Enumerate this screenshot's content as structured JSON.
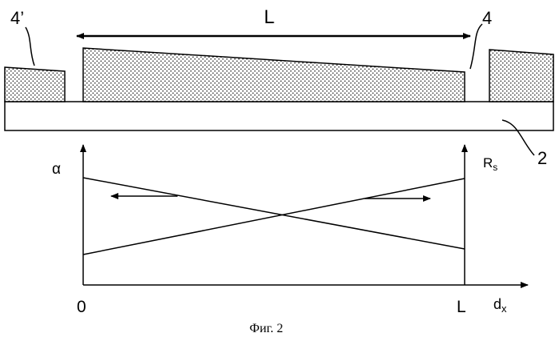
{
  "labels": {
    "length_top": "L",
    "part_4_prime": "4’",
    "part_4": "4",
    "part_2": "2",
    "y_left": "α",
    "y_right_main": "R",
    "y_right_sub": "s",
    "origin": "0",
    "x_end": "L",
    "x_axis_main": "d",
    "x_axis_sub": "x"
  },
  "caption": "Фиг. 2",
  "colors": {
    "ink": "#000000",
    "dots": "#000000",
    "background": "#ffffff"
  }
}
